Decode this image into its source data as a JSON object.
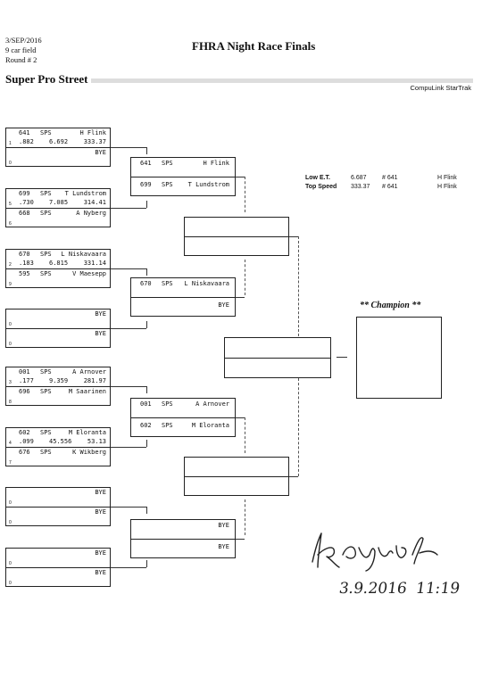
{
  "header": {
    "date": "3/SEP/2016",
    "field": "9 car field",
    "round": "Round # 2",
    "title": "FHRA Night Race Finals",
    "class_name": "Super Pro Street",
    "brand": "CompuLink StarTrak"
  },
  "round1": [
    {
      "top": {
        "num": "641",
        "cls": "SPS",
        "name": "H Flink",
        "lane": "1",
        "rt": ".882",
        "et": "6.692",
        "mph": "333.37"
      },
      "bottom": {
        "num": "",
        "cls": "",
        "name": "BYE",
        "lane": "0"
      }
    },
    {
      "top": {
        "num": "699",
        "cls": "SPS",
        "name": "T Lundstrom",
        "lane": "5",
        "rt": ".730",
        "et": "7.085",
        "mph": "314.41"
      },
      "bottom": {
        "num": "668",
        "cls": "SPS",
        "name": "A Nyberg",
        "lane": "6"
      }
    },
    {
      "top": {
        "num": "670",
        "cls": "SPS",
        "name": "L Niskavaara",
        "lane": "2",
        "rt": ".183",
        "et": "6.815",
        "mph": "331.14"
      },
      "bottom": {
        "num": "595",
        "cls": "SPS",
        "name": "V Maesepp",
        "lane": "9"
      }
    },
    {
      "top": {
        "num": "",
        "cls": "",
        "name": "BYE",
        "lane": "0"
      },
      "bottom": {
        "num": "",
        "cls": "",
        "name": "BYE",
        "lane": "0"
      }
    },
    {
      "top": {
        "num": "001",
        "cls": "SPS",
        "name": "A Arnover",
        "lane": "3",
        "rt": ".177",
        "et": "9.359",
        "mph": "281.97"
      },
      "bottom": {
        "num": "696",
        "cls": "SPS",
        "name": "M Saarinen",
        "lane": "8"
      }
    },
    {
      "top": {
        "num": "602",
        "cls": "SPS",
        "name": "M Eloranta",
        "lane": "4",
        "rt": ".099",
        "et": "45.556",
        "mph": "53.13"
      },
      "bottom": {
        "num": "676",
        "cls": "SPS",
        "name": "K Wikberg",
        "lane": "7"
      }
    },
    {
      "top": {
        "num": "",
        "cls": "",
        "name": "BYE",
        "lane": "0"
      },
      "bottom": {
        "num": "",
        "cls": "",
        "name": "BYE",
        "lane": "0"
      }
    },
    {
      "top": {
        "num": "",
        "cls": "",
        "name": "BYE",
        "lane": "0"
      },
      "bottom": {
        "num": "",
        "cls": "",
        "name": "BYE",
        "lane": "0"
      }
    }
  ],
  "round2": [
    {
      "top": {
        "num": "641",
        "cls": "SPS",
        "name": "H Flink"
      },
      "bottom": {
        "num": "699",
        "cls": "SPS",
        "name": "T Lundstrom"
      }
    },
    {
      "top": {
        "num": "670",
        "cls": "SPS",
        "name": "L Niskavaara"
      },
      "bottom": {
        "num": "",
        "cls": "",
        "name": "BYE"
      }
    },
    {
      "top": {
        "num": "001",
        "cls": "SPS",
        "name": "A Arnover"
      },
      "bottom": {
        "num": "602",
        "cls": "SPS",
        "name": "M Eloranta"
      }
    },
    {
      "top": {
        "num": "",
        "cls": "",
        "name": "BYE"
      },
      "bottom": {
        "num": "",
        "cls": "",
        "name": "BYE"
      }
    }
  ],
  "stats": {
    "low_et_label": "Low  E.T.",
    "low_et_value": "6.687",
    "low_et_car": "# 641",
    "low_et_name": "H Flink",
    "top_speed_label": "Top Speed",
    "top_speed_value": "333.37",
    "top_speed_car": "# 641",
    "top_speed_name": "H Flink"
  },
  "champion_label": "** Champion **",
  "signature": {
    "date": "3.9.2016",
    "time": "11:19"
  }
}
